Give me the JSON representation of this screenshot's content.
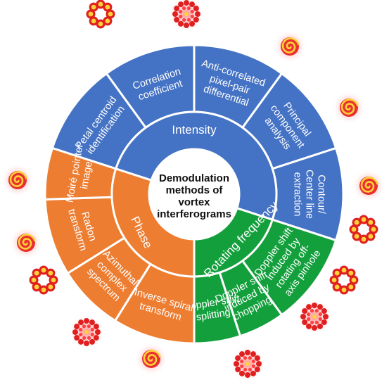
{
  "center": {
    "lines": [
      "Demodulation",
      "methods of",
      "vortex",
      "interferograms"
    ]
  },
  "categories": [
    {
      "label": "Intensity",
      "color": "#4472C4",
      "methods": [
        {
          "lines": [
            "Petal centroid",
            "identification"
          ]
        },
        {
          "lines": [
            "Correlation",
            "coefficient"
          ]
        },
        {
          "lines": [
            "Anti-correlated",
            "pixel-pair",
            "differential"
          ]
        },
        {
          "lines": [
            "Principal",
            "component",
            "analysis"
          ]
        },
        {
          "lines": [
            "Contour/",
            "Center line",
            "extraction"
          ]
        }
      ]
    },
    {
      "label": "Rotating frequency",
      "color": "#13A03C",
      "methods": [
        {
          "lines": [
            "Doppler shift",
            "induced by",
            "rotating off-",
            "axis pinhole"
          ]
        },
        {
          "lines": [
            "Doppler shift",
            "induced by",
            "chopping"
          ]
        },
        {
          "lines": [
            "Doppler shift",
            "splitting"
          ]
        }
      ]
    },
    {
      "label": "Phase",
      "color": "#ED7D31",
      "methods": [
        {
          "lines": [
            "Inverse spiral",
            "transform"
          ]
        },
        {
          "lines": [
            "Azimuthal",
            "complex",
            "spectrum"
          ]
        },
        {
          "lines": [
            "Radon",
            "transform"
          ]
        },
        {
          "lines": [
            "Moiré pointer",
            "image"
          ]
        }
      ]
    }
  ],
  "decor_icons": [
    {
      "kind": "rings-icon"
    },
    {
      "kind": "spiral-icon"
    },
    {
      "kind": "spiral-icon"
    },
    {
      "kind": "spiral-icon"
    },
    {
      "kind": "petals-icon"
    },
    {
      "kind": "petals-icon"
    },
    {
      "kind": "rings-icon"
    },
    {
      "kind": "rings-icon"
    },
    {
      "kind": "spiral-icon"
    },
    {
      "kind": "rings-icon"
    },
    {
      "kind": "petals-icon"
    },
    {
      "kind": "spiral-icon"
    },
    {
      "kind": "spiral-icon"
    },
    {
      "kind": "petals-icon"
    }
  ]
}
